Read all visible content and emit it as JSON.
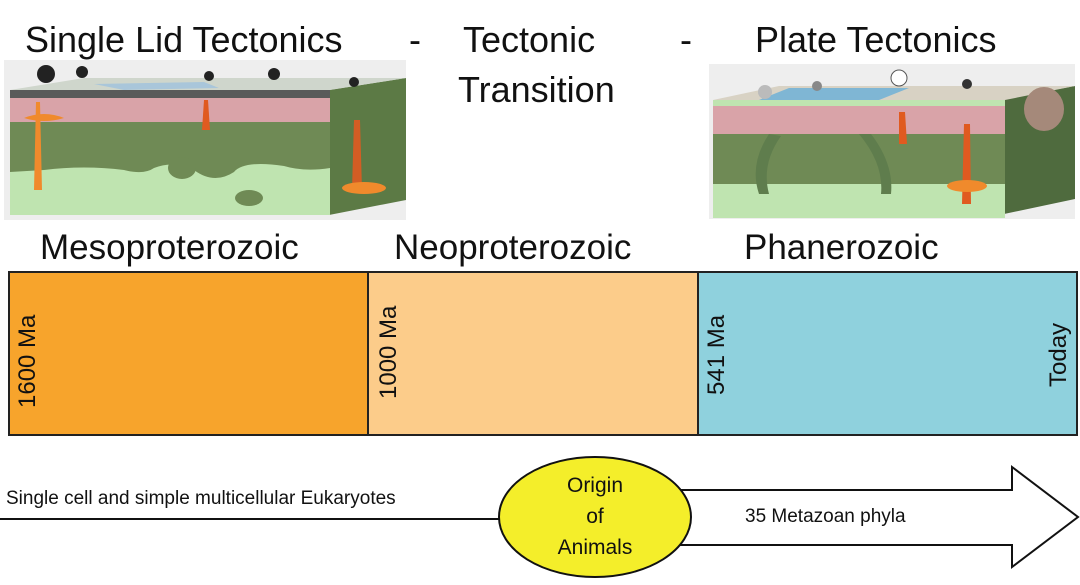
{
  "headers": {
    "single_lid": "Single Lid Tectonics",
    "dash1": "-",
    "transition_line1": "Tectonic",
    "transition_line2": "Transition",
    "dash2": "-",
    "plate": "Plate Tectonics"
  },
  "eras": [
    {
      "name": "Mesoproterozoic",
      "start_label": "1600 Ma",
      "color": "#f7a42c"
    },
    {
      "name": "Neoproterozoic",
      "start_label": "1000 Ma",
      "color": "#fccc8a"
    },
    {
      "name": "Phanerozoic",
      "start_label": "541 Ma",
      "end_label": "Today",
      "color": "#8fd1dd"
    }
  ],
  "evolution": {
    "left_text": "Single cell and simple multicellular Eukaryotes",
    "origin_line1": "Origin",
    "origin_line2": "of",
    "origin_line3": "Animals",
    "right_text": "35 Metazoan phyla",
    "ellipse_color": "#f4ee2a"
  }
}
